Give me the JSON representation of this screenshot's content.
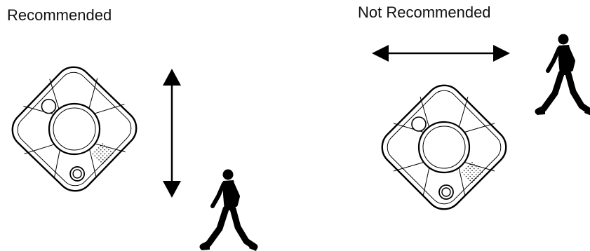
{
  "panels": {
    "recommended": {
      "title": "Recommended",
      "arrow_direction": "vertical"
    },
    "not_recommended": {
      "title": "Not Recommended",
      "arrow_direction": "horizontal"
    }
  },
  "colors": {
    "ink": "#000000",
    "background": "#ffffff"
  },
  "icons": [
    "motion-sensor-icon",
    "walking-person-icon",
    "double-arrow-icon"
  ]
}
